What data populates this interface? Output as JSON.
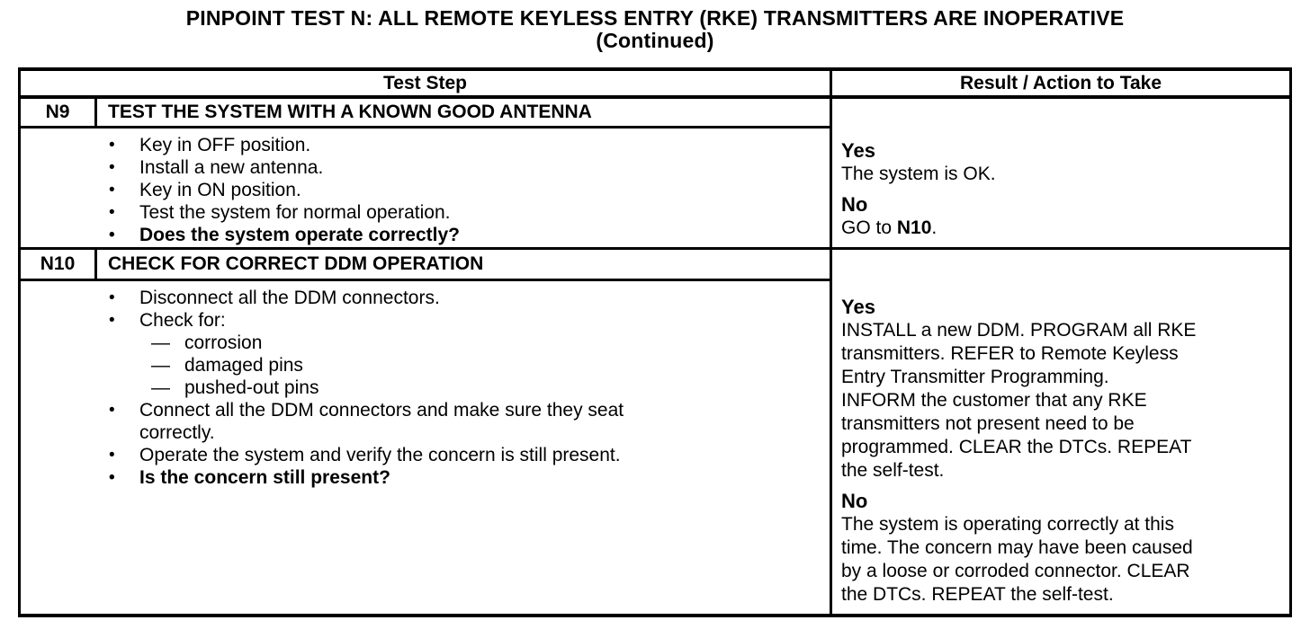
{
  "title": {
    "line1": "PINPOINT TEST N: ALL REMOTE KEYLESS ENTRY (RKE) TRANSMITTERS ARE INOPERATIVE",
    "line2": "(Continued)"
  },
  "glyphs": {
    "bullet": "•",
    "dash": "—"
  },
  "table": {
    "headers": {
      "test_step": "Test Step",
      "result": "Result / Action to Take"
    },
    "steps": [
      {
        "id": "N9",
        "title": "TEST THE SYSTEM WITH A KNOWN GOOD ANTENNA",
        "items": [
          {
            "text": "Key in OFF position."
          },
          {
            "text": "Install a new antenna."
          },
          {
            "text": "Key in ON position."
          },
          {
            "text": "Test the system for normal operation."
          },
          {
            "text": "Does the system operate correctly?"
          }
        ],
        "result": {
          "yes_label": "Yes",
          "yes_text": "The system is OK.",
          "no_label": "No",
          "goto": {
            "pre": "GO to ",
            "bold": "N10",
            "post": "."
          }
        }
      },
      {
        "id": "N10",
        "title": "CHECK FOR CORRECT DDM OPERATION",
        "items": [
          {
            "text": "Disconnect all the DDM connectors."
          },
          {
            "text": "Check for:"
          },
          {
            "text": "corrosion"
          },
          {
            "text": "damaged pins"
          },
          {
            "text": "pushed-out pins"
          },
          {
            "text": "Connect all the DDM connectors and make sure they seat\ncorrectly."
          },
          {
            "text": "Operate the system and verify the concern is still present."
          },
          {
            "text": "Is the concern still present?"
          }
        ],
        "result": {
          "yes_label": "Yes",
          "yes_para1": "INSTALL a new DDM. PROGRAM all RKE\ntransmitters. REFER to Remote Keyless\nEntry Transmitter Programming.",
          "yes_para2": "INFORM the customer that any RKE\ntransmitters not present need to be\nprogrammed. CLEAR the DTCs. REPEAT\nthe self-test.",
          "no_label": "No",
          "no_text": "The system is operating correctly at this\ntime. The concern may have been caused\nby a loose or corroded connector. CLEAR\nthe DTCs. REPEAT the self-test."
        }
      }
    ]
  }
}
